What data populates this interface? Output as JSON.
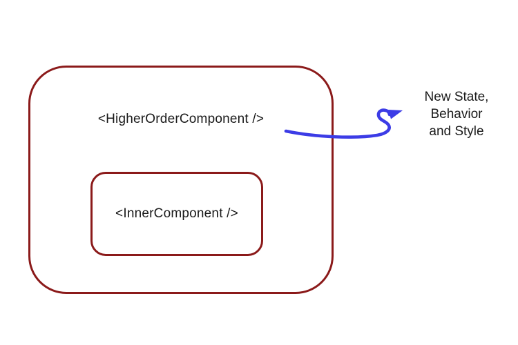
{
  "colors": {
    "box_border": "#8b1a1a",
    "arrow": "#3c3ce6",
    "text_primary": "#1a1a1a",
    "background": "#ffffff"
  },
  "diagram": {
    "outer_box": {
      "label": "<HigherOrderComponent />"
    },
    "inner_box": {
      "label": "<InnerComponent />"
    },
    "arrow_annotation": {
      "lines": [
        "New State,",
        "Behavior",
        "and Style"
      ]
    }
  }
}
